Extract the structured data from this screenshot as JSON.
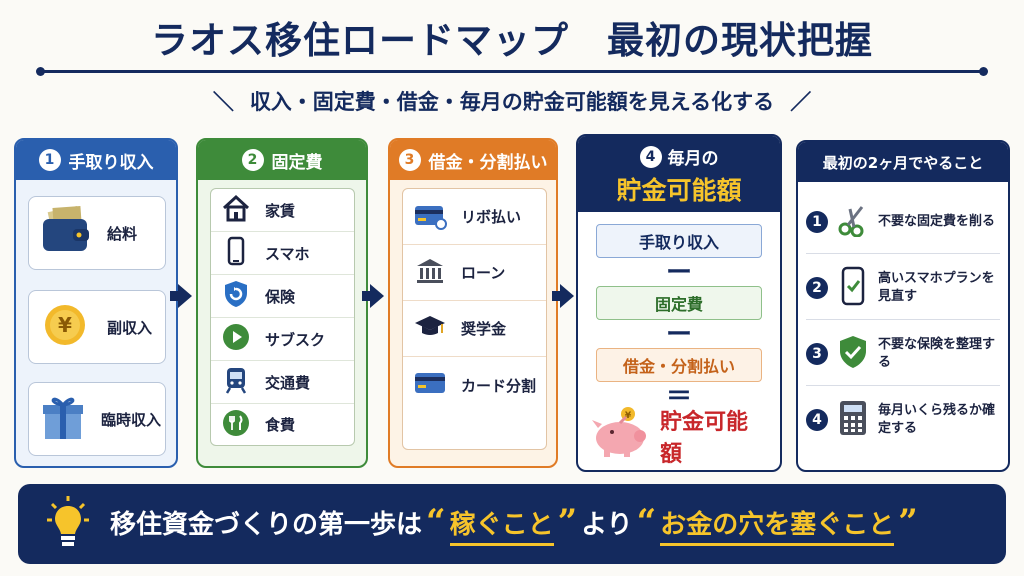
{
  "header": {
    "title": "ラオス移住ロードマップ　最初の現状把握",
    "subtitle": "収入・固定費・借金・毎月の貯金可能額を見える化する"
  },
  "columns": [
    {
      "number": "1",
      "title": "手取り収入",
      "items": [
        {
          "label": "給料",
          "icon": "wallet-icon"
        },
        {
          "label": "副収入",
          "icon": "yen-coin-icon"
        },
        {
          "label": "臨時収入",
          "icon": "gift-icon"
        }
      ]
    },
    {
      "number": "2",
      "title": "固定費",
      "items": [
        {
          "label": "家賃",
          "icon": "house-icon"
        },
        {
          "label": "スマホ",
          "icon": "smartphone-icon"
        },
        {
          "label": "保険",
          "icon": "insurance-shield-icon"
        },
        {
          "label": "サブスク",
          "icon": "play-icon"
        },
        {
          "label": "交通費",
          "icon": "train-icon"
        },
        {
          "label": "食費",
          "icon": "fork-knife-icon"
        }
      ]
    },
    {
      "number": "3",
      "title": "借金・分割払い",
      "items": [
        {
          "label": "リボ払い",
          "icon": "credit-card-icon"
        },
        {
          "label": "ローン",
          "icon": "bank-icon"
        },
        {
          "label": "奨学金",
          "icon": "graduation-cap-icon"
        },
        {
          "label": "カード分割",
          "icon": "card-icon"
        }
      ]
    }
  ],
  "formula": {
    "number": "4",
    "title_line1": "毎月の",
    "title_line2": "貯金可能額",
    "term1": "手取り収入",
    "op1": "ー",
    "term2": "固定費",
    "op2": "ー",
    "term3": "借金・分割払い",
    "op3": "＝",
    "result": "貯金可能額",
    "result_icon": "piggy-bank-icon"
  },
  "first_two_months": {
    "title": "最初の2ヶ月でやること",
    "steps": [
      {
        "number": "1",
        "text": "不要な固定費を削る",
        "icon": "scissors-icon"
      },
      {
        "number": "2",
        "text": "高いスマホプランを見直す",
        "icon": "phone-check-icon"
      },
      {
        "number": "3",
        "text": "不要な保険を整理する",
        "icon": "shield-check-icon"
      },
      {
        "number": "4",
        "text": "毎月いくら残るか確定する",
        "icon": "calculator-icon"
      }
    ]
  },
  "banner": {
    "icon": "lightbulb-icon",
    "lead": "移住資金づくりの第一歩は",
    "open_quote": "“",
    "close_quote": "”",
    "phrase1": "稼ぐこと",
    "mid": "より",
    "phrase2": "お金の穴を塞ぐこと"
  },
  "colors": {
    "navy": "#142a5e",
    "blue": "#2a5fae",
    "green": "#3e8b3a",
    "orange": "#e07b26",
    "gold": "#f6c42b",
    "red": "#c8262a"
  }
}
